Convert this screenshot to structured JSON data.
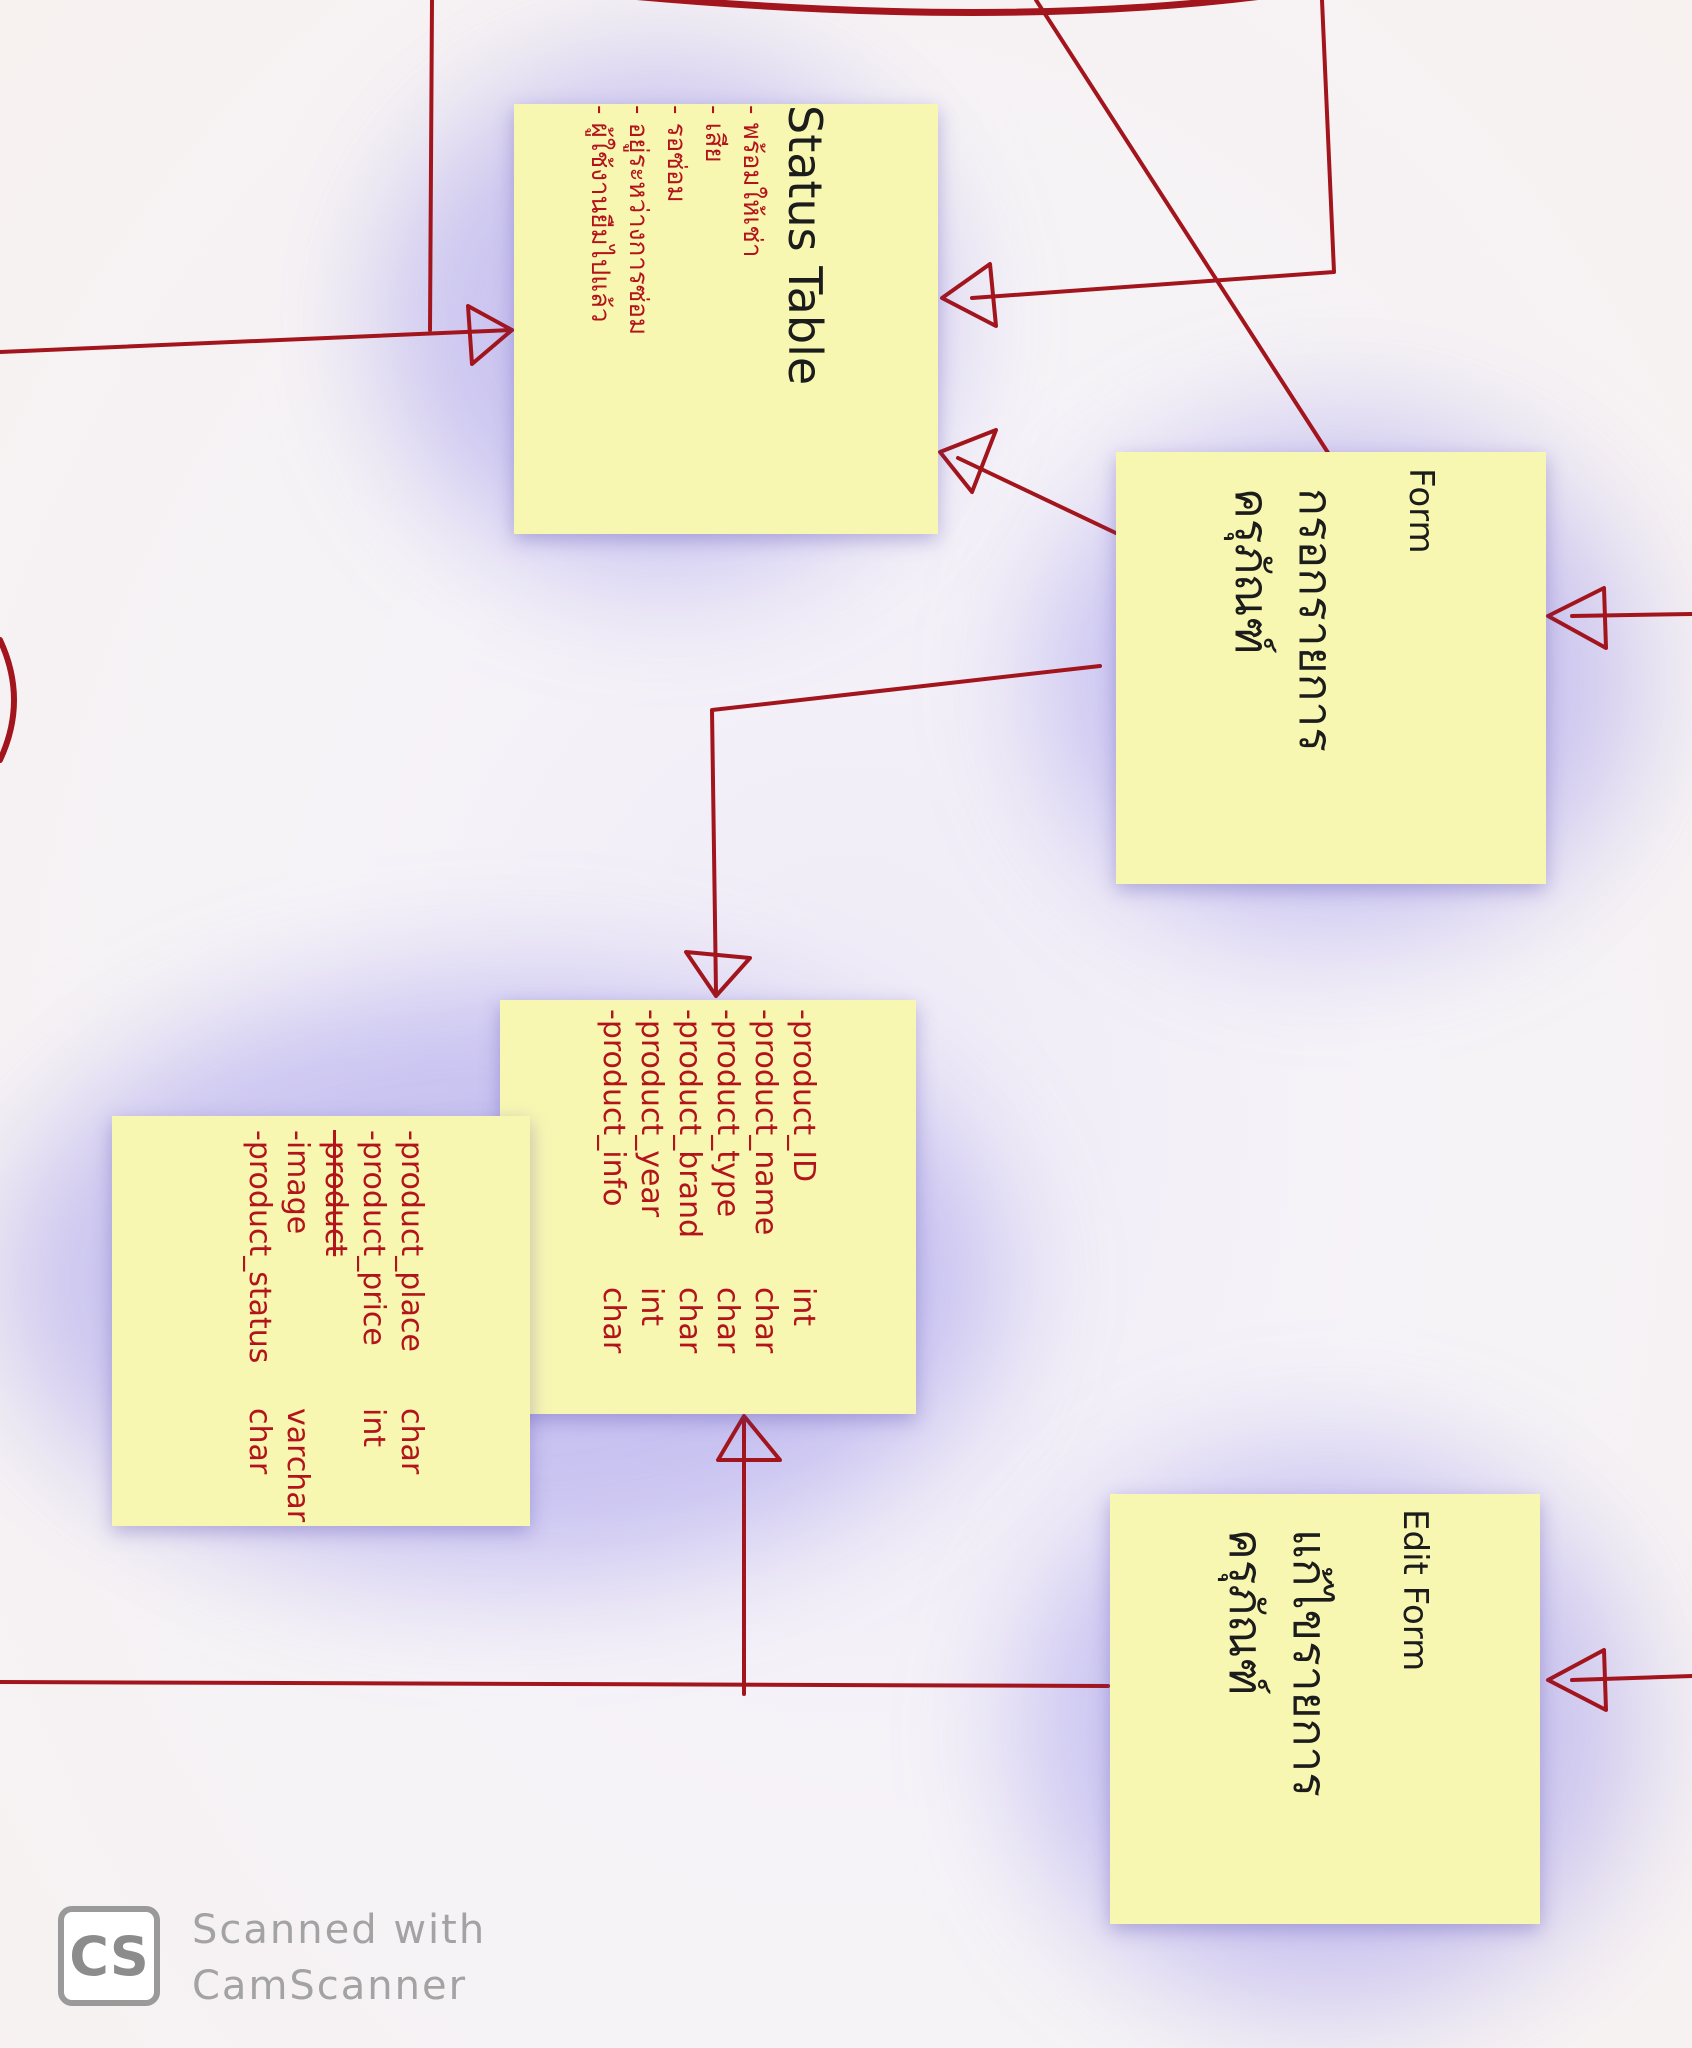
{
  "diagram": {
    "status_table": {
      "title": "Status Table",
      "items": [
        "- พร้อมให้เช่า",
        "- เสีย",
        "- รอซ่อม",
        "- อยู่ระหว่างการซ่อม",
        "- ผู้ใช้งานยืมไปแล้ว"
      ]
    },
    "form_add": {
      "type_label": "Form",
      "line1": "กรอกรายการ",
      "line2": "ครุภัณฑ์"
    },
    "form_edit": {
      "type_label": "Edit Form",
      "line1": "แก้ไขรายการ",
      "line2": "ครุภัณฑ์"
    },
    "product_table": {
      "attributes": [
        {
          "name": "-product_ID",
          "type": "int"
        },
        {
          "name": "-product_name",
          "type": "char"
        },
        {
          "name": "-product_type",
          "type": "char"
        },
        {
          "name": "-product_brand",
          "type": "char"
        },
        {
          "name": "-product_year",
          "type": "int"
        },
        {
          "name": "-product_info",
          "type": "char"
        }
      ]
    },
    "product_table_cont": {
      "attributes": [
        {
          "name": "-product_place",
          "type": "char"
        },
        {
          "name": "-product_price",
          "type": "int"
        },
        {
          "name": "-product",
          "type": ""
        },
        {
          "name": "-image",
          "type": "varchar"
        },
        {
          "name": "-product_status",
          "type": "char"
        }
      ]
    }
  },
  "watermark": {
    "logo": "CS",
    "line1": "Scanned with",
    "line2": "CamScanner"
  },
  "colors": {
    "line": "#a3151d",
    "note": "#f8f7b2",
    "ink_red": "#b3141c",
    "ink_black": "#1c1c1c"
  }
}
